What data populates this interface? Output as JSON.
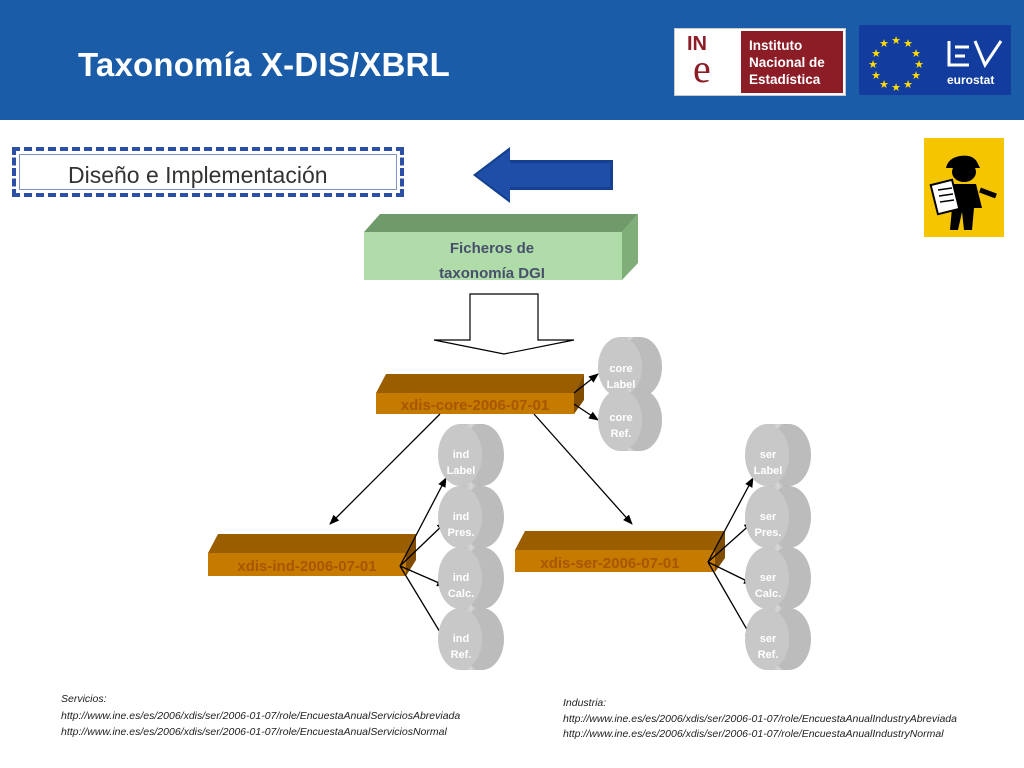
{
  "header": {
    "title": "Taxonomía X-DIS/XBRL",
    "bg_color": "#1a5ca8",
    "ine_logo": {
      "mark_top": "IN",
      "mark_bottom": "e",
      "lines": [
        "Instituto",
        "Nacional de",
        "Estadística"
      ],
      "color": "#8c1c26"
    },
    "eurostat_logo": {
      "word": "eurostat",
      "color": "#123d9e"
    }
  },
  "subtitle": "Diseño e Implementación",
  "decor": {
    "left_arrow_icon": "arrow-left",
    "worker_icon": "worker-with-blueprint"
  },
  "diagram": {
    "source_box": {
      "line1": "Ficheros de",
      "line2": "taxonomía DGI"
    },
    "core": {
      "label": "xdis-core-2006-07-01",
      "files": [
        {
          "l1": "core",
          "l2": "Label"
        },
        {
          "l1": "core",
          "l2": "Ref."
        }
      ]
    },
    "ind": {
      "label": "xdis-ind-2006-07-01",
      "files": [
        {
          "l1": "ind",
          "l2": "Label"
        },
        {
          "l1": "ind",
          "l2": "Pres."
        },
        {
          "l1": "ind",
          "l2": "Calc."
        },
        {
          "l1": "ind",
          "l2": "Ref."
        }
      ]
    },
    "ser": {
      "label": "xdis-ser-2006-07-01",
      "files": [
        {
          "l1": "ser",
          "l2": "Label"
        },
        {
          "l1": "ser",
          "l2": "Pres."
        },
        {
          "l1": "ser",
          "l2": "Calc."
        },
        {
          "l1": "ser",
          "l2": "Ref."
        }
      ]
    },
    "colors": {
      "bar": "#c57a00",
      "bar_text": "#a85700",
      "green": "#a9d6a3",
      "cylinder": "#c6c6c6"
    }
  },
  "footer": {
    "servicios": {
      "label": "Servicios:",
      "urls": [
        "http://www.ine.es/es/2006/xdis/ser/2006-01-07/role/EncuestaAnualServiciosAbreviada",
        "http://www.ine.es/es/2006/xdis/ser/2006-01-07/role/EncuestaAnualServiciosNormal"
      ]
    },
    "industria": {
      "label": "Industria:",
      "urls": [
        "http://www.ine.es/es/2006/xdis/ser/2006-01-07/role/EncuestaAnualIndustryAbreviada",
        "http://www.ine.es/es/2006/xdis/ser/2006-01-07/role/EncuestaAnualIndustryNormal"
      ]
    }
  }
}
